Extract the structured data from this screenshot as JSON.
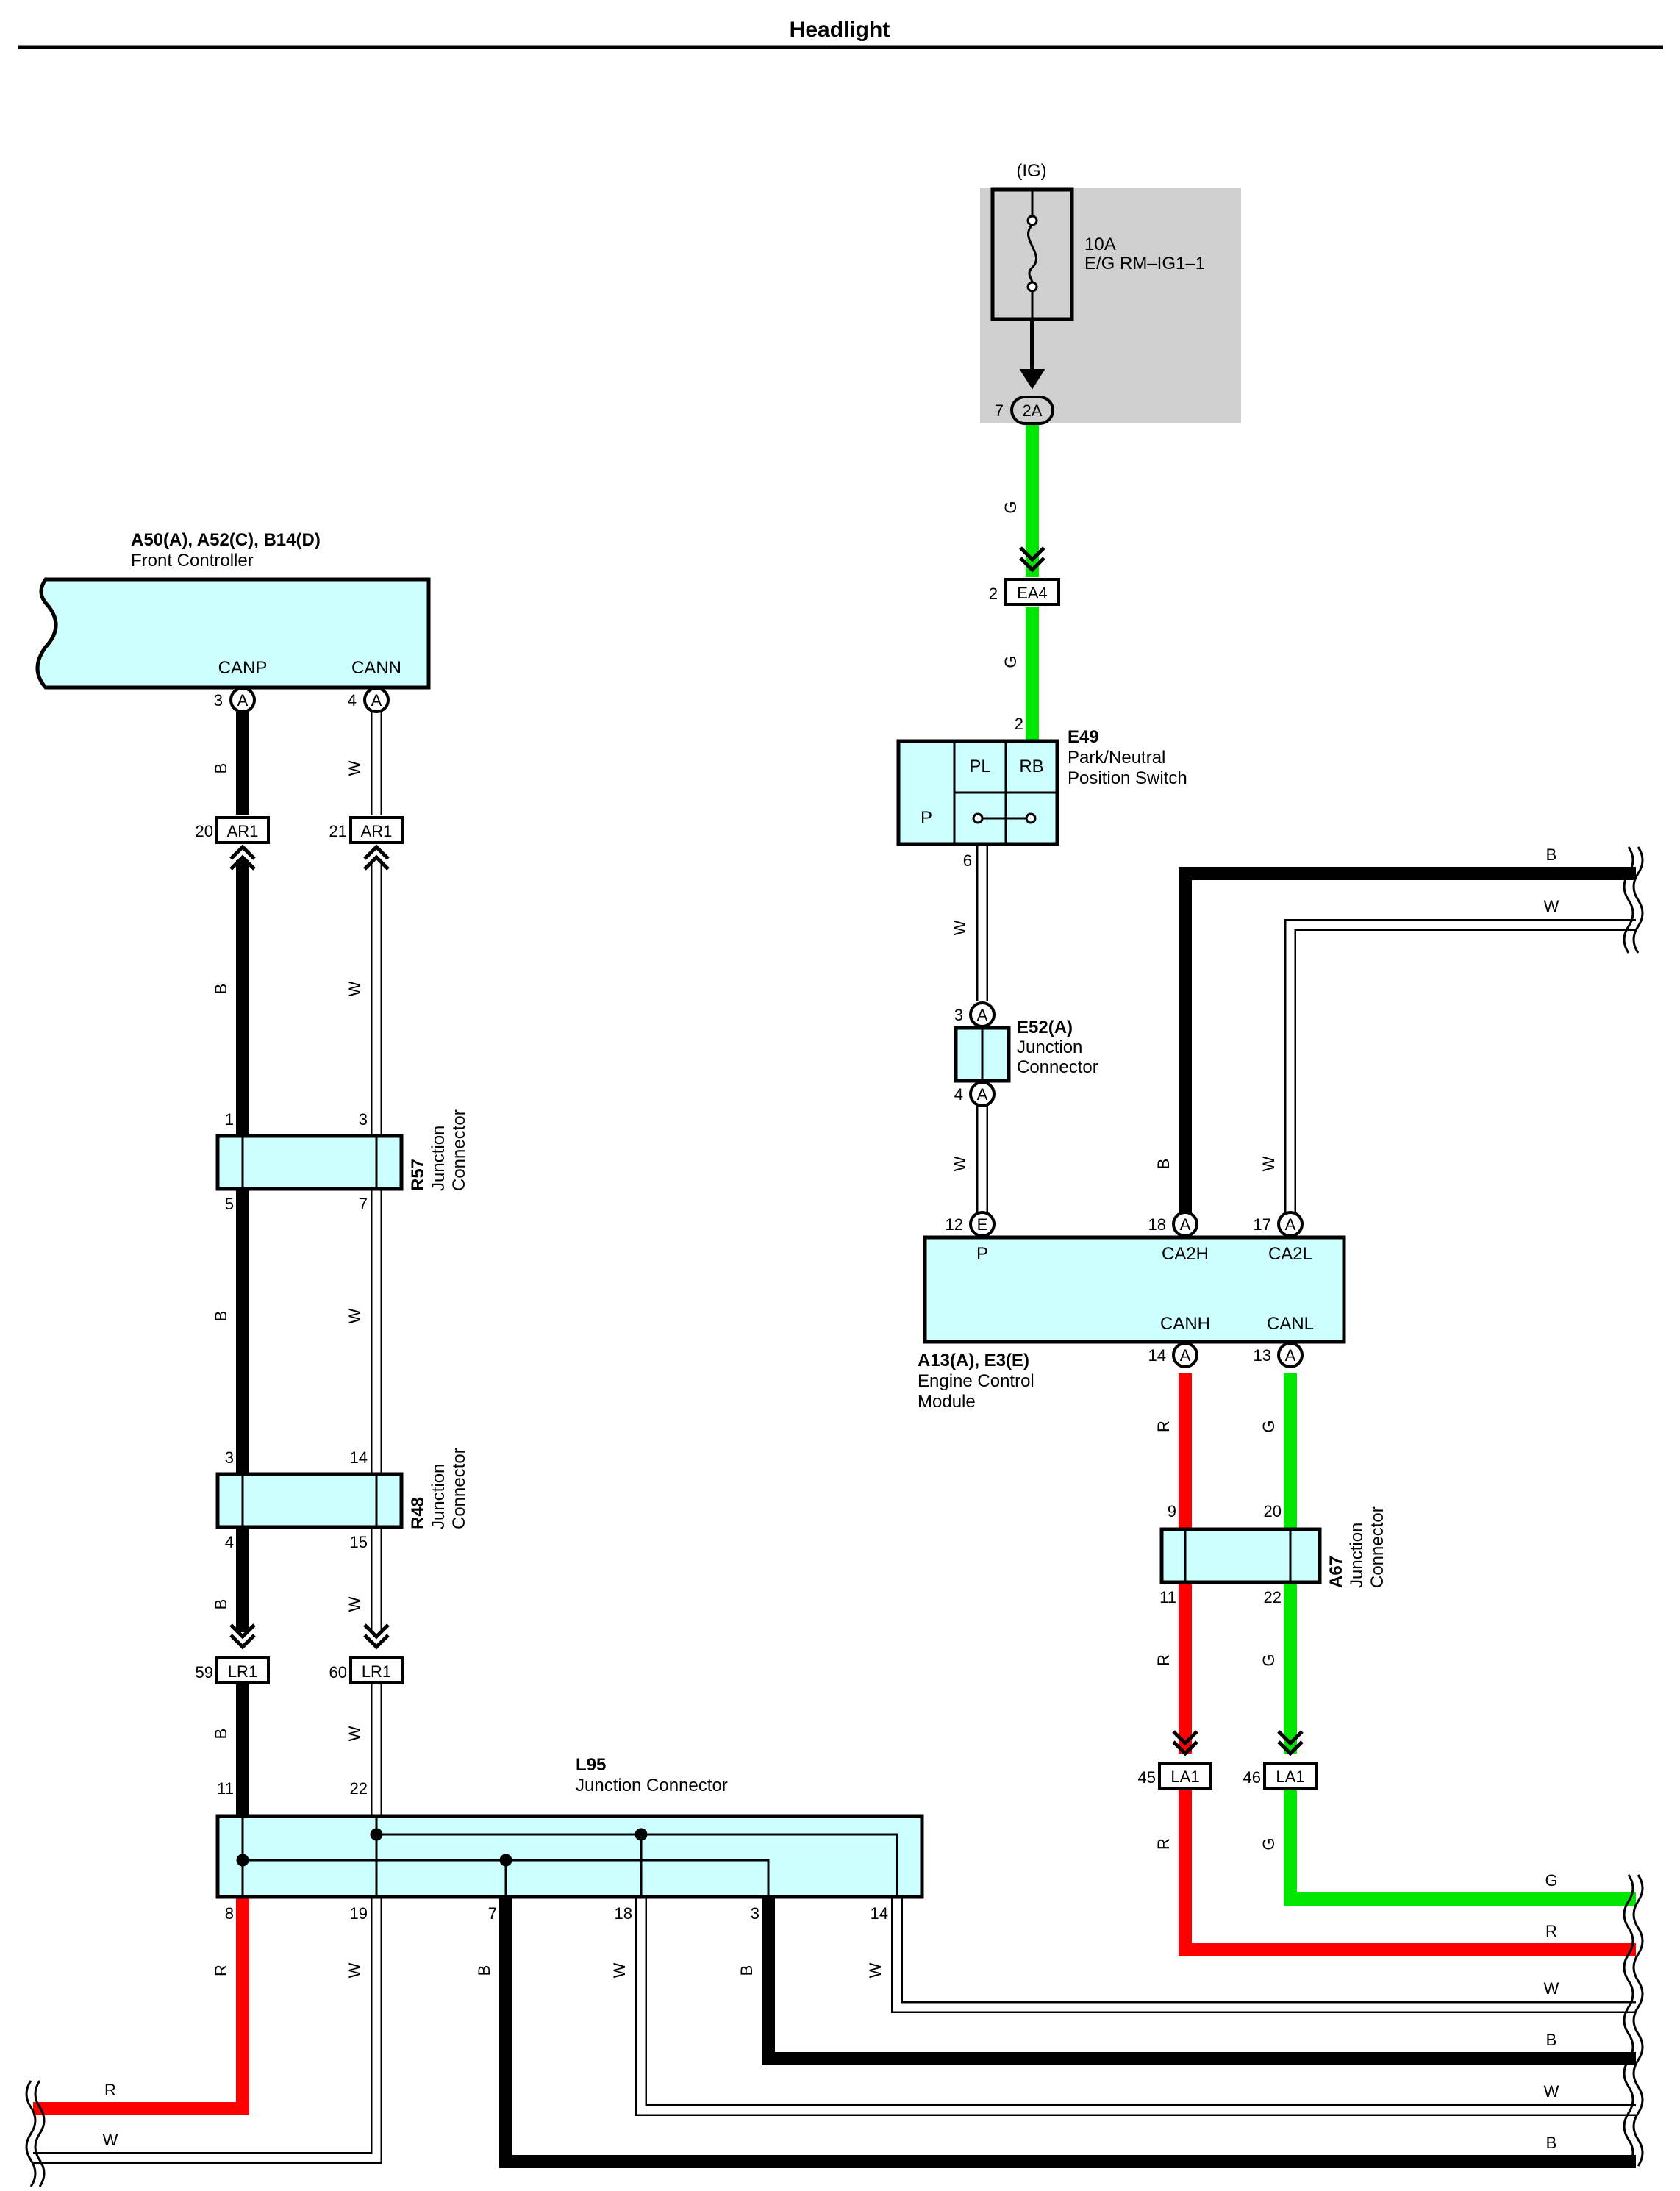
{
  "page": {
    "title": "Headlight"
  },
  "fuse": {
    "supply": "(IG)",
    "rating": "10A",
    "name": "E/G RM–IG1–1",
    "pin": "7",
    "connector": "2A"
  },
  "components": {
    "front_controller": {
      "ref": "A50(A), A52(C), B14(D)",
      "name": "Front Controller",
      "pins": {
        "canp": "CANP",
        "cann": "CANN"
      }
    },
    "e49": {
      "ref": "E49",
      "name_line1": "Park/Neutral",
      "name_line2": "Position Switch",
      "pins": {
        "pl": "PL",
        "rb": "RB",
        "p": "P"
      }
    },
    "e52": {
      "ref": "E52(A)",
      "name_line1": "Junction",
      "name_line2": "Connector"
    },
    "ecm": {
      "ref": "A13(A), E3(E)",
      "name_line1": "Engine Control",
      "name_line2": "Module",
      "pins": {
        "p": "P",
        "ca2h": "CA2H",
        "ca2l": "CA2L",
        "canh": "CANH",
        "canl": "CANL"
      }
    },
    "r57": {
      "ref": "R57",
      "name_line1": "Junction",
      "name_line2": "Connector"
    },
    "r48": {
      "ref": "R48",
      "name_line1": "Junction",
      "name_line2": "Connector"
    },
    "a67": {
      "ref": "A67",
      "name_line1": "Junction",
      "name_line2": "Connector"
    },
    "l95": {
      "ref": "L95",
      "name": "Junction Connector"
    }
  },
  "connectors": {
    "ea4": "EA4",
    "ar1": "AR1",
    "lr1": "LR1",
    "la1": "LA1",
    "a": "A",
    "e": "E"
  },
  "pins": {
    "ea4": "2",
    "e49_in": "2",
    "e49_out": "6",
    "e52_in": "3",
    "e52_out": "4",
    "ecm_p": "12",
    "ecm_ca2h": "18",
    "ecm_ca2l": "17",
    "ecm_canh": "14",
    "ecm_canl": "13",
    "fc_canp": "3",
    "fc_cann": "4",
    "ar1_b": "20",
    "ar1_w": "21",
    "r57_1": "1",
    "r57_3": "3",
    "r57_5": "5",
    "r57_7": "7",
    "r48_3": "3",
    "r48_14": "14",
    "r48_4": "4",
    "r48_15": "15",
    "lr1_b": "59",
    "lr1_w": "60",
    "l95_11": "11",
    "l95_22": "22",
    "l95_8": "8",
    "l95_19": "19",
    "l95_7": "7",
    "l95_18": "18",
    "l95_3": "3",
    "l95_14": "14",
    "a67_9": "9",
    "a67_20": "20",
    "a67_11": "11",
    "a67_22": "22",
    "la1_r": "45",
    "la1_g": "46"
  },
  "wire_colors": {
    "G": "G",
    "W": "W",
    "B": "B",
    "R": "R"
  },
  "colors": {
    "G": "#00e600",
    "R": "#ff0000",
    "B": "#000000",
    "W": "#ffffff",
    "component_fill": "#ccffff",
    "fuse_area": "#d0d0d0"
  }
}
